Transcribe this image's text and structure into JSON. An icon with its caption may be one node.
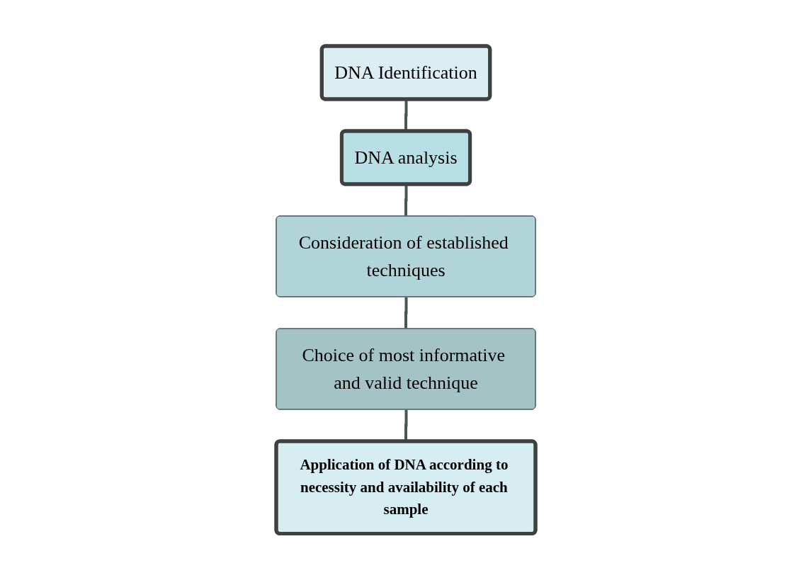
{
  "diagram": {
    "nodes": [
      {
        "text": [
          "DNA Identification"
        ]
      },
      {
        "text": [
          "DNA analysis"
        ]
      },
      {
        "text": [
          "Consideration of established techniques"
        ]
      },
      {
        "text": [
          "Choice of most informative and valid technique"
        ]
      },
      {
        "text": [
          "Application of DNA according to necessity and availability of each sample"
        ]
      }
    ],
    "edges": [
      {
        "from": 0,
        "to": 1,
        "arrow": "none"
      },
      {
        "from": 1,
        "to": 2,
        "arrow": "none"
      },
      {
        "from": 2,
        "to": 3,
        "arrow": "none"
      },
      {
        "from": 3,
        "to": 4,
        "arrow": "none"
      }
    ]
  }
}
